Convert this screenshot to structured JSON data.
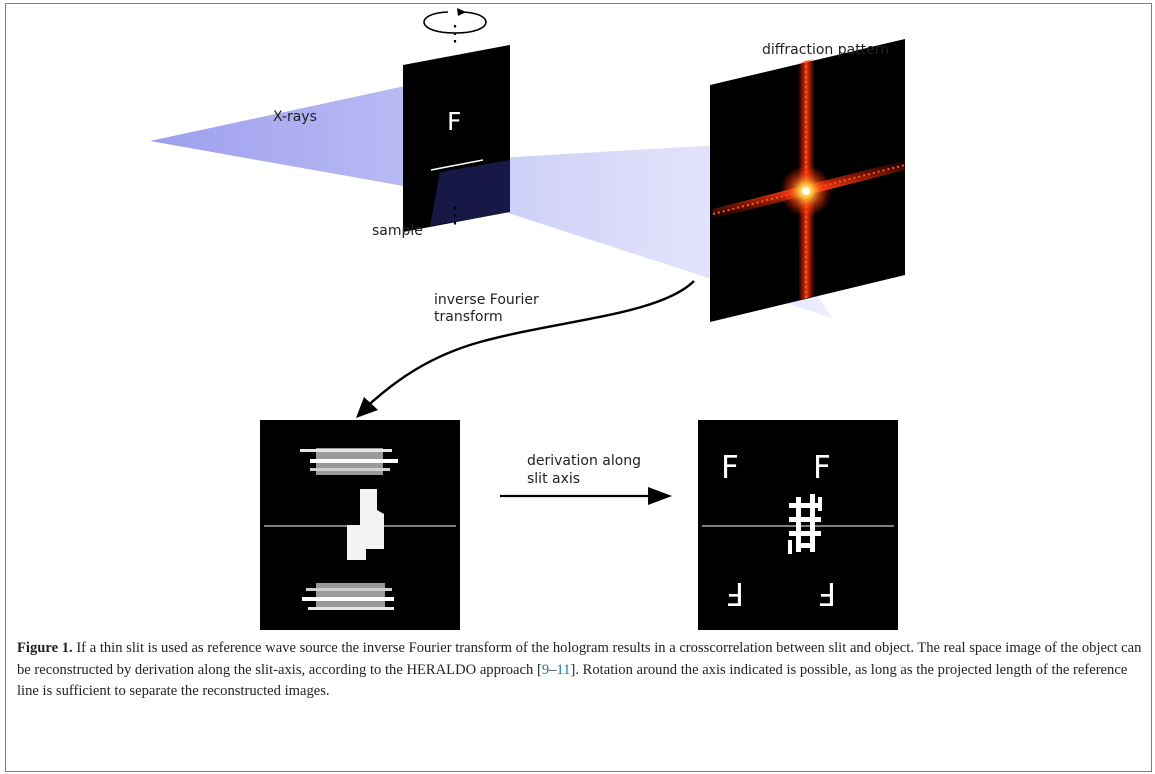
{
  "figure": {
    "label_xrays": "X-rays",
    "label_diffraction": "diffraction pattern",
    "label_sample": "sample",
    "label_sample_letter": "F",
    "label_ift_line1": "inverse Fourier",
    "label_ift_line2": "transform",
    "label_deriv_line1": "derivation along",
    "label_deriv_line2": "slit axis",
    "recon_letter": "F"
  },
  "caption": {
    "label": "Figure 1.",
    "text_1": " If a thin slit is used as reference wave source the inverse Fourier transform of the hologram results in a crosscorrelation between slit and object. The real space image of the object can be reconstructed by derivation along the slit-axis, according to the HERALDO approach [",
    "ref_a": "9",
    "ref_sep": "–",
    "ref_b": "11",
    "text_2": "]. Rotation around the axis indicated is possible, as long as the projected length of the reference line is sufficient to separate the reconstructed images."
  }
}
